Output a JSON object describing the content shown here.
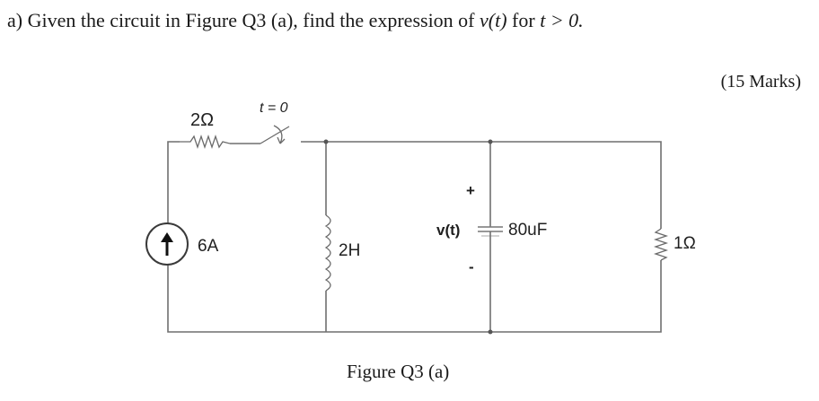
{
  "question": {
    "prefix": "a)  Given the circuit in Figure Q3 (a), find the expression of ",
    "var": "v(t)",
    "middle": " for ",
    "cond": "t > 0."
  },
  "marks": "(15 Marks)",
  "caption": "Figure Q3 (a)",
  "circuit": {
    "resistor1": "2Ω",
    "switch": "t = 0",
    "source": "6A",
    "inductor": "2H",
    "voltage": "v(t)",
    "plus": "+",
    "minus": "-",
    "capacitor": "80uF",
    "resistor2": "1Ω"
  }
}
